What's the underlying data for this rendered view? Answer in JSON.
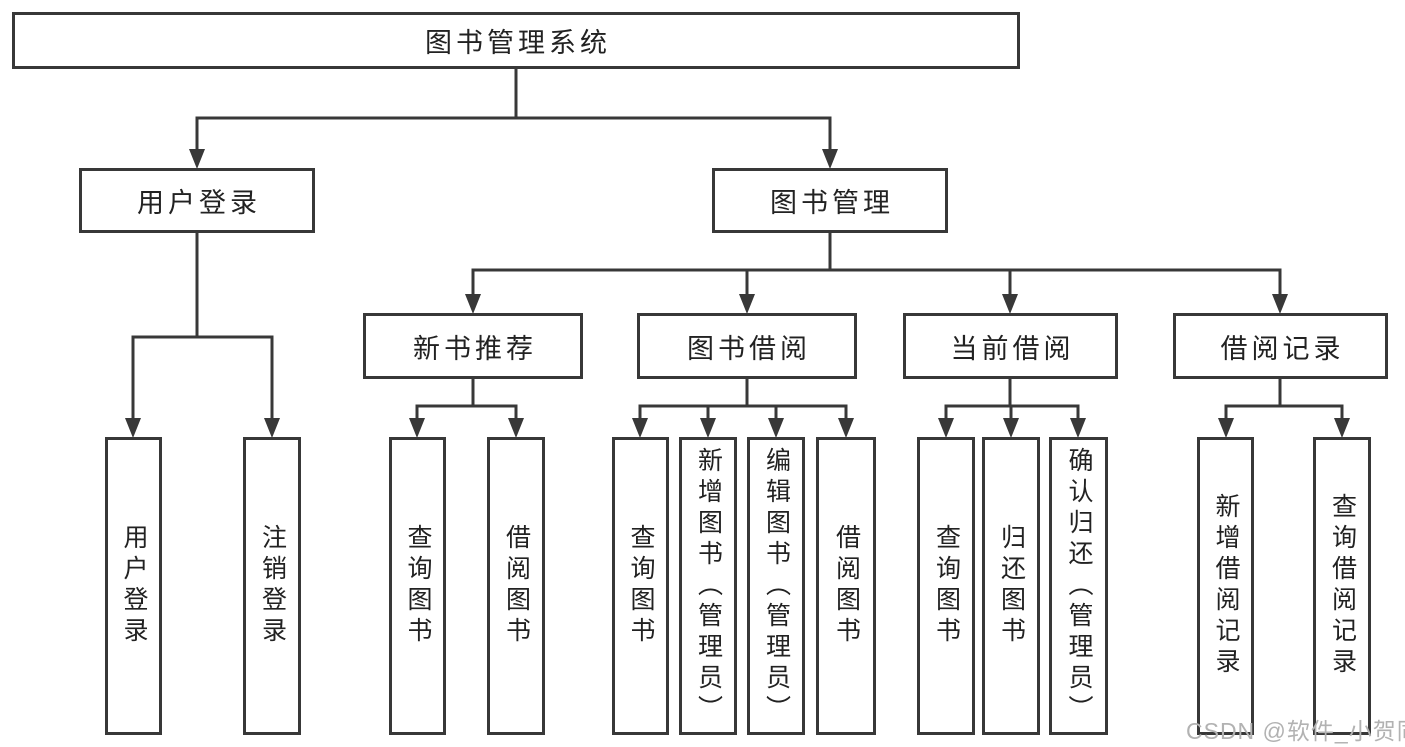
{
  "tree": {
    "root": {
      "label": "图书管理系统"
    },
    "branches": [
      {
        "label": "用户登录",
        "children": [
          {
            "label": "用户登录"
          },
          {
            "label": "注销登录"
          }
        ]
      },
      {
        "label": "图书管理",
        "children": [
          {
            "label": "新书推荐",
            "children": [
              {
                "label": "查询图书"
              },
              {
                "label": "借阅图书"
              }
            ]
          },
          {
            "label": "图书借阅",
            "children": [
              {
                "label": "查询图书"
              },
              {
                "label": "新增图书（管理员）"
              },
              {
                "label": "编辑图书（管理员）"
              },
              {
                "label": "借阅图书"
              }
            ]
          },
          {
            "label": "当前借阅",
            "children": [
              {
                "label": "查询图书"
              },
              {
                "label": "归还图书"
              },
              {
                "label": "确认归还（管理员）"
              }
            ]
          },
          {
            "label": "借阅记录",
            "children": [
              {
                "label": "新增借阅记录"
              },
              {
                "label": "查询借阅记录"
              }
            ]
          }
        ]
      }
    ]
  },
  "watermark": {
    "text": "CSDN @软件_小贺同学"
  },
  "colors": {
    "line": "#383838",
    "box_background": "#ffffff",
    "text": "#222222",
    "watermark": "#b2b2b2"
  }
}
